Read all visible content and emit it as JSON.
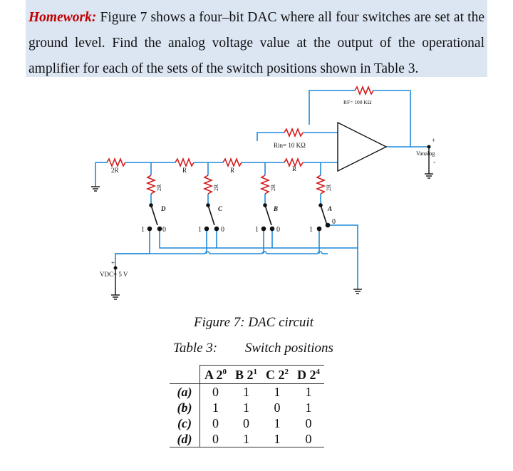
{
  "homework": {
    "label": "Homework:",
    "text": " Figure 7 shows a four–bit DAC where all four switches are set at the ground level. Find the analog voltage value at the output of the operational amplifier for each of the sets of the switch positions shown in Table 3."
  },
  "circuit": {
    "rf_label": "RF= 100 KΩ",
    "rin_label": "Rin= 10 KΩ",
    "rin2_label": "R",
    "ladder_labels": [
      "2R",
      "R",
      "R"
    ],
    "leg_labels": [
      "2R",
      "2R",
      "2R",
      "2R"
    ],
    "switch_letters": [
      "D",
      "C",
      "B",
      "A"
    ],
    "switch_one": "1",
    "switch_zero": "0",
    "output_label": "Vanalog",
    "plus": "+",
    "minus": "-",
    "vdc_label": "VDC= 5 V"
  },
  "figure_caption": "Figure 7: DAC circuit",
  "table": {
    "caption": "Table 3:",
    "subcaption": "Switch positions",
    "headers": [
      {
        "letter": "A 2",
        "exp": "0"
      },
      {
        "letter": "B 2",
        "exp": "1"
      },
      {
        "letter": "C 2",
        "exp": "2"
      },
      {
        "letter": "D 2",
        "exp": "4"
      }
    ],
    "rows": [
      {
        "label": "(a)",
        "values": [
          "0",
          "1",
          "1",
          "1"
        ]
      },
      {
        "label": "(b)",
        "values": [
          "1",
          "1",
          "0",
          "1"
        ]
      },
      {
        "label": "(c)",
        "values": [
          "0",
          "0",
          "1",
          "0"
        ]
      },
      {
        "label": "(d)",
        "values": [
          "0",
          "1",
          "1",
          "0"
        ]
      }
    ]
  },
  "colors": {
    "wire_blue": "#1f8ad8",
    "resistor_red": "#d21a1a",
    "header_red": "#c00000",
    "banner_bg": "#dce6f3"
  }
}
